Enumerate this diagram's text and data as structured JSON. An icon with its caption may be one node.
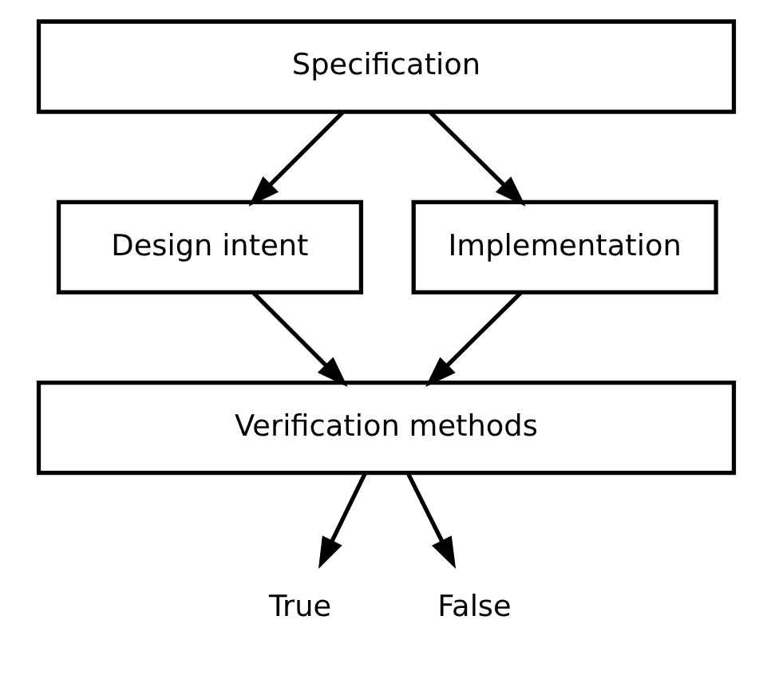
{
  "diagram": {
    "nodes": [
      {
        "text": [
          "Specification"
        ]
      },
      {
        "text": [
          "Design intent"
        ]
      },
      {
        "text": [
          "Implementation"
        ]
      },
      {
        "text": [
          "Verification methods"
        ]
      },
      {
        "text": [
          "True"
        ]
      },
      {
        "text": [
          "False"
        ]
      }
    ],
    "edges": [
      {
        "from": 0,
        "to": 1,
        "arrow": "to"
      },
      {
        "from": 0,
        "to": 2,
        "arrow": "to"
      },
      {
        "from": 1,
        "to": 3,
        "arrow": "to"
      },
      {
        "from": 2,
        "to": 3,
        "arrow": "to"
      },
      {
        "from": 3,
        "to": 4,
        "arrow": "to"
      },
      {
        "from": 3,
        "to": 5,
        "arrow": "to"
      }
    ]
  }
}
